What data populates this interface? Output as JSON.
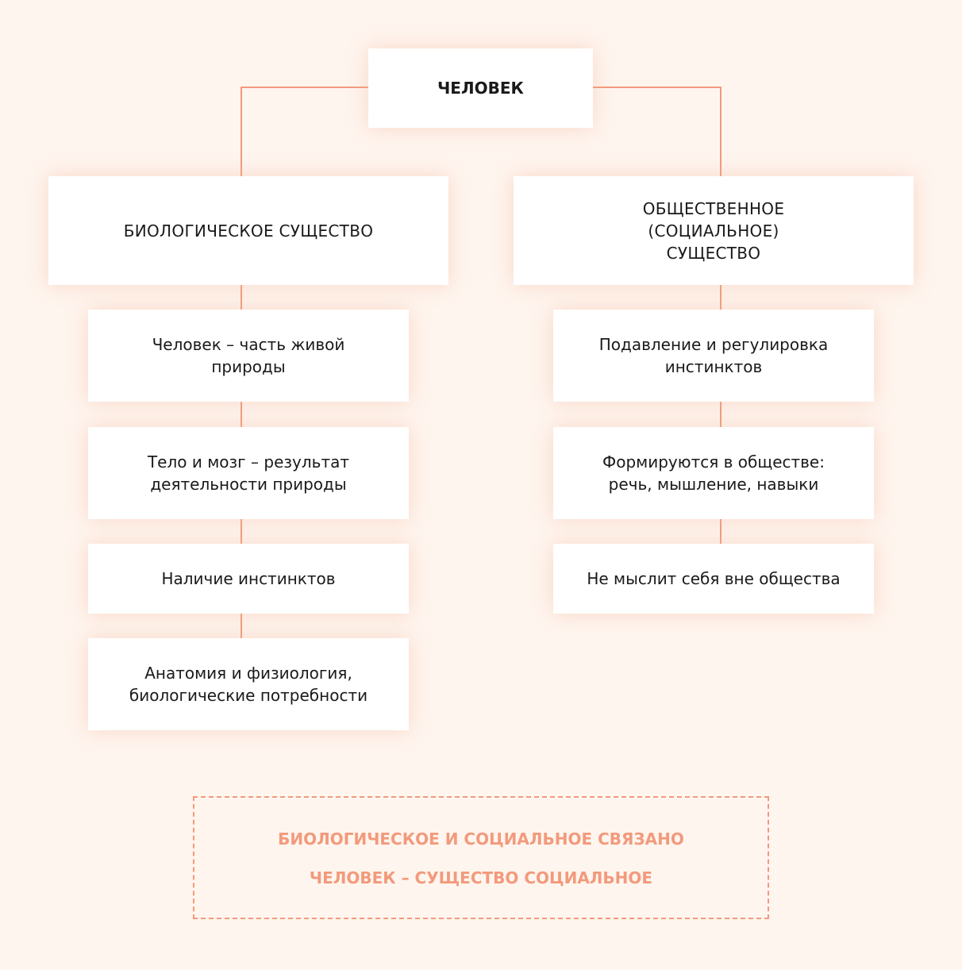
{
  "root": "ЧЕЛОВЕК",
  "left": {
    "header": "БИОЛОГИЧЕСКОЕ СУЩЕСТВО",
    "items": [
      "Человек – часть живой природы",
      "Тело и мозг – результат деятельности природы",
      "Наличие инстинктов",
      "Анатомия и физиология, биологические потребности"
    ]
  },
  "right": {
    "header": "ОБЩЕСТВЕННОЕ (СОЦИАЛЬНОЕ) СУЩЕСТВО",
    "items": [
      "Подавление и регулировка инстинктов",
      "Формируются в обществе: речь, мышление, навыки",
      "Не мыслит себя вне общества"
    ]
  },
  "conclusion": {
    "line1": "БИОЛОГИЧЕСКОЕ И СОЦИАЛЬНОЕ СВЯЗАНО",
    "line2": "ЧЕЛОВЕК – СУЩЕСТВО СОЦИАЛЬНОЕ"
  },
  "colors": {
    "accent": "#f29a7c",
    "background": "#fef5ee"
  }
}
